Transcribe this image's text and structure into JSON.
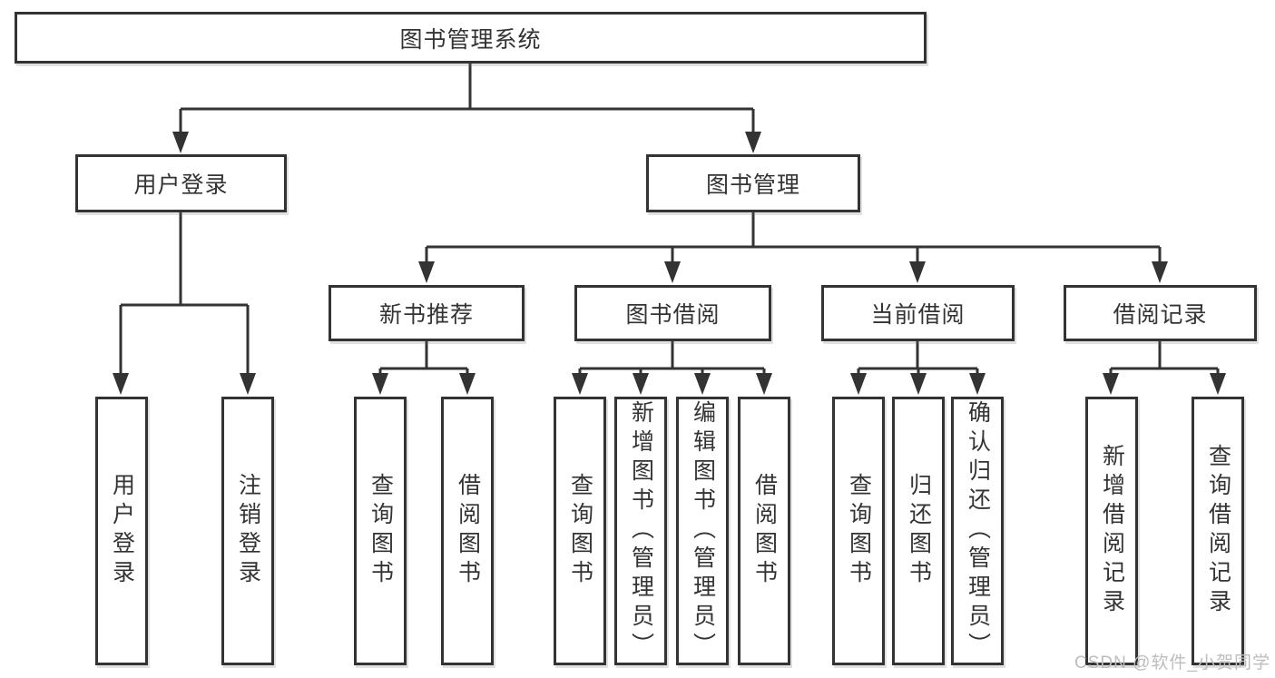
{
  "diagram": {
    "root": {
      "label": "图书管理系统"
    },
    "level2": [
      {
        "id": "user-login",
        "label": "用户登录"
      },
      {
        "id": "book-mgmt",
        "label": "图书管理"
      }
    ],
    "level3": [
      {
        "id": "new-book-recommend",
        "label": "新书推荐",
        "parent": "图书管理"
      },
      {
        "id": "book-borrow",
        "label": "图书借阅",
        "parent": "图书管理"
      },
      {
        "id": "current-borrow",
        "label": "当前借阅",
        "parent": "图书管理"
      },
      {
        "id": "borrow-record",
        "label": "借阅记录",
        "parent": "图书管理"
      }
    ],
    "leaves": [
      {
        "label": "用户登录",
        "parent": "用户登录"
      },
      {
        "label": "注销登录",
        "parent": "用户登录"
      },
      {
        "label": "查询图书",
        "parent": "新书推荐"
      },
      {
        "label": "借阅图书",
        "parent": "新书推荐"
      },
      {
        "label": "查询图书",
        "parent": "图书借阅"
      },
      {
        "label": "新增图书（管理员）",
        "parent": "图书借阅"
      },
      {
        "label": "编辑图书（管理员）",
        "parent": "图书借阅"
      },
      {
        "label": "借阅图书",
        "parent": "图书借阅"
      },
      {
        "label": "查询图书",
        "parent": "当前借阅"
      },
      {
        "label": "归还图书",
        "parent": "当前借阅"
      },
      {
        "label": "确认归还（管理员）",
        "parent": "当前借阅"
      },
      {
        "label": "新增借阅记录",
        "parent": "借阅记录"
      },
      {
        "label": "查询借阅记录",
        "parent": "借阅记录"
      }
    ],
    "watermark": "CSDN @软件_小贺同学",
    "colors": {
      "line": "#333333",
      "text": "#333333",
      "box_background": "#ffffff",
      "page_background": "#ffffff",
      "watermark": "#bdbdbd"
    }
  }
}
